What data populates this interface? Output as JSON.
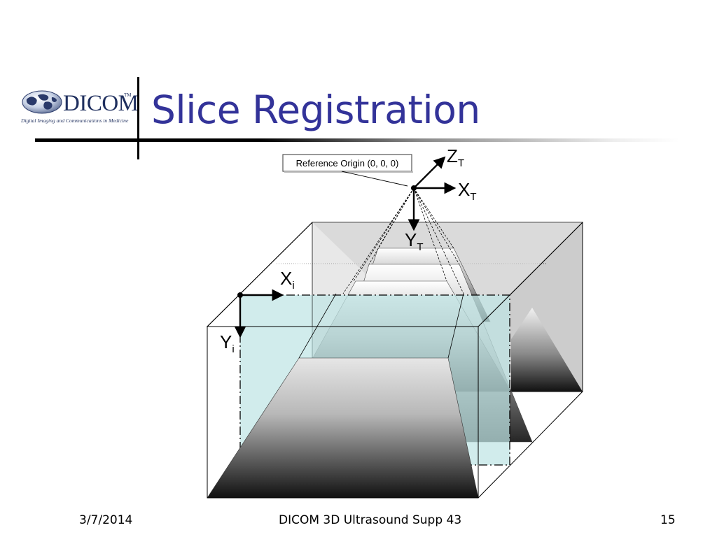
{
  "slide": {
    "title": "Slice Registration"
  },
  "logo": {
    "wordmark": "DICOM",
    "trademark": "TM",
    "tagline": "Digital Imaging and Communications in Medicine",
    "icon": "globe-icon"
  },
  "diagram": {
    "callout": "Reference Origin (0, 0, 0)",
    "axes": {
      "z_t": {
        "main": "Z",
        "sub": "T"
      },
      "x_t": {
        "main": "X",
        "sub": "T"
      },
      "y_t": {
        "main": "Y",
        "sub": "T"
      },
      "x_i": {
        "main": "X",
        "sub": "i"
      },
      "y_i": {
        "main": "Y",
        "sub": "i"
      }
    },
    "colors": {
      "slice_plane": "#bfe4e4",
      "back_wall": "#cccccc",
      "outline": "#000000"
    }
  },
  "footer": {
    "date": "3/7/2014",
    "center": "DICOM 3D Ultrasound Supp 43",
    "page": "15"
  }
}
